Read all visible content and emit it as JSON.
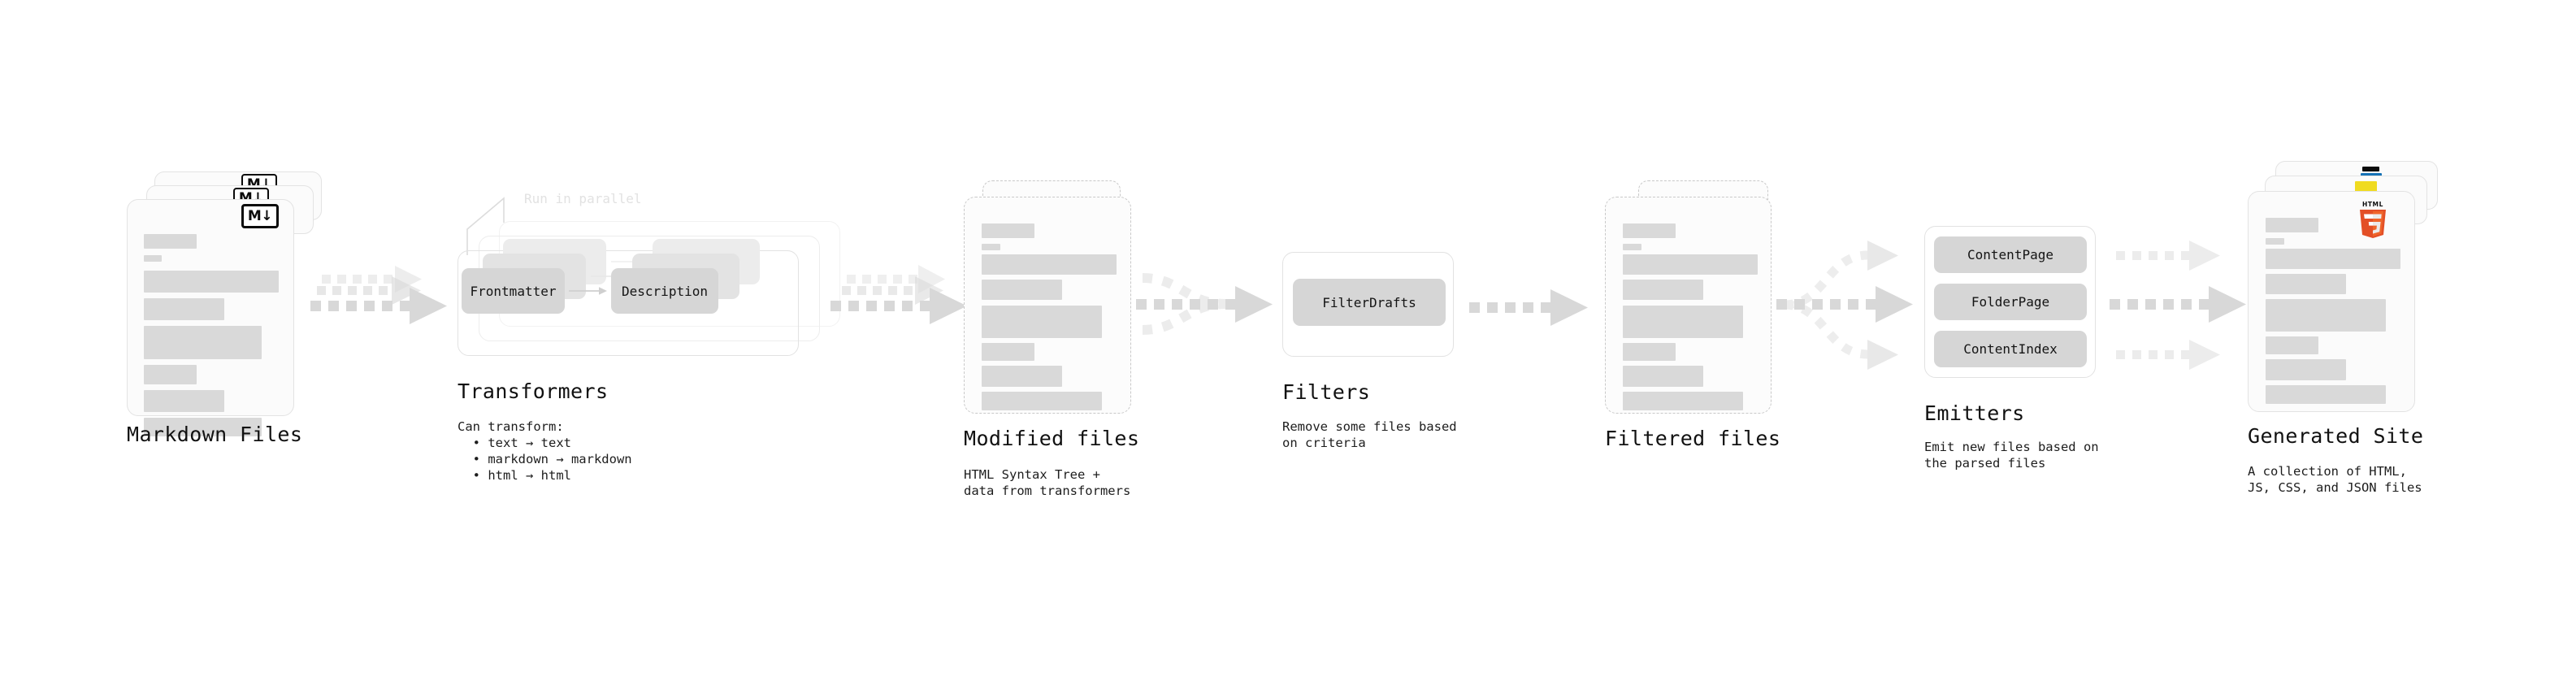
{
  "diagram": {
    "stages": [
      {
        "id": "markdown-files",
        "title": "Markdown Files",
        "subtitle": "",
        "badge": "markdown-badge",
        "badge_text": "M↓"
      },
      {
        "id": "transformers",
        "title": "Transformers",
        "subtitle": "Can transform:\n  • text → text\n  • markdown → markdown\n  • html → html",
        "annotation": "Run in parallel",
        "nodes": [
          "Frontmatter",
          "Description"
        ]
      },
      {
        "id": "modified-files",
        "title": "Modified files",
        "subtitle": "HTML Syntax Tree +\ndata from transformers"
      },
      {
        "id": "filters",
        "title": "Filters",
        "subtitle": "Remove some files based\non criteria",
        "nodes": [
          "FilterDrafts"
        ]
      },
      {
        "id": "filtered-files",
        "title": "Filtered files",
        "subtitle": ""
      },
      {
        "id": "emitters",
        "title": "Emitters",
        "subtitle": "Emit new files based on\nthe parsed files",
        "nodes": [
          "ContentPage",
          "FolderPage",
          "ContentIndex"
        ]
      },
      {
        "id": "generated-site",
        "title": "Generated Site",
        "subtitle": "A collection of HTML,\nJS, CSS, and JSON files",
        "badges": [
          "html5-badge",
          "js-badge",
          "css3-badge"
        ],
        "badge_text": "HTML"
      }
    ],
    "transform_rules": [
      "text → text",
      "markdown → markdown",
      "html → html"
    ],
    "colors": {
      "background": "#ffffff",
      "card_fill": "#fbfbfb",
      "card_border": "#e3e3e3",
      "dashed_border": "#c9c9c9",
      "skeleton_bar": "#d9d9d9",
      "pill_fill": "#d6d6d6",
      "arrow": "#d8d8d8",
      "text": "#111111",
      "faint_text": "#e2e2e2",
      "html5_orange": "#E34F26",
      "html5_orange_light": "#EF652A",
      "css3_blue": "#1572B6",
      "js_yellow": "#F0DB20"
    }
  }
}
